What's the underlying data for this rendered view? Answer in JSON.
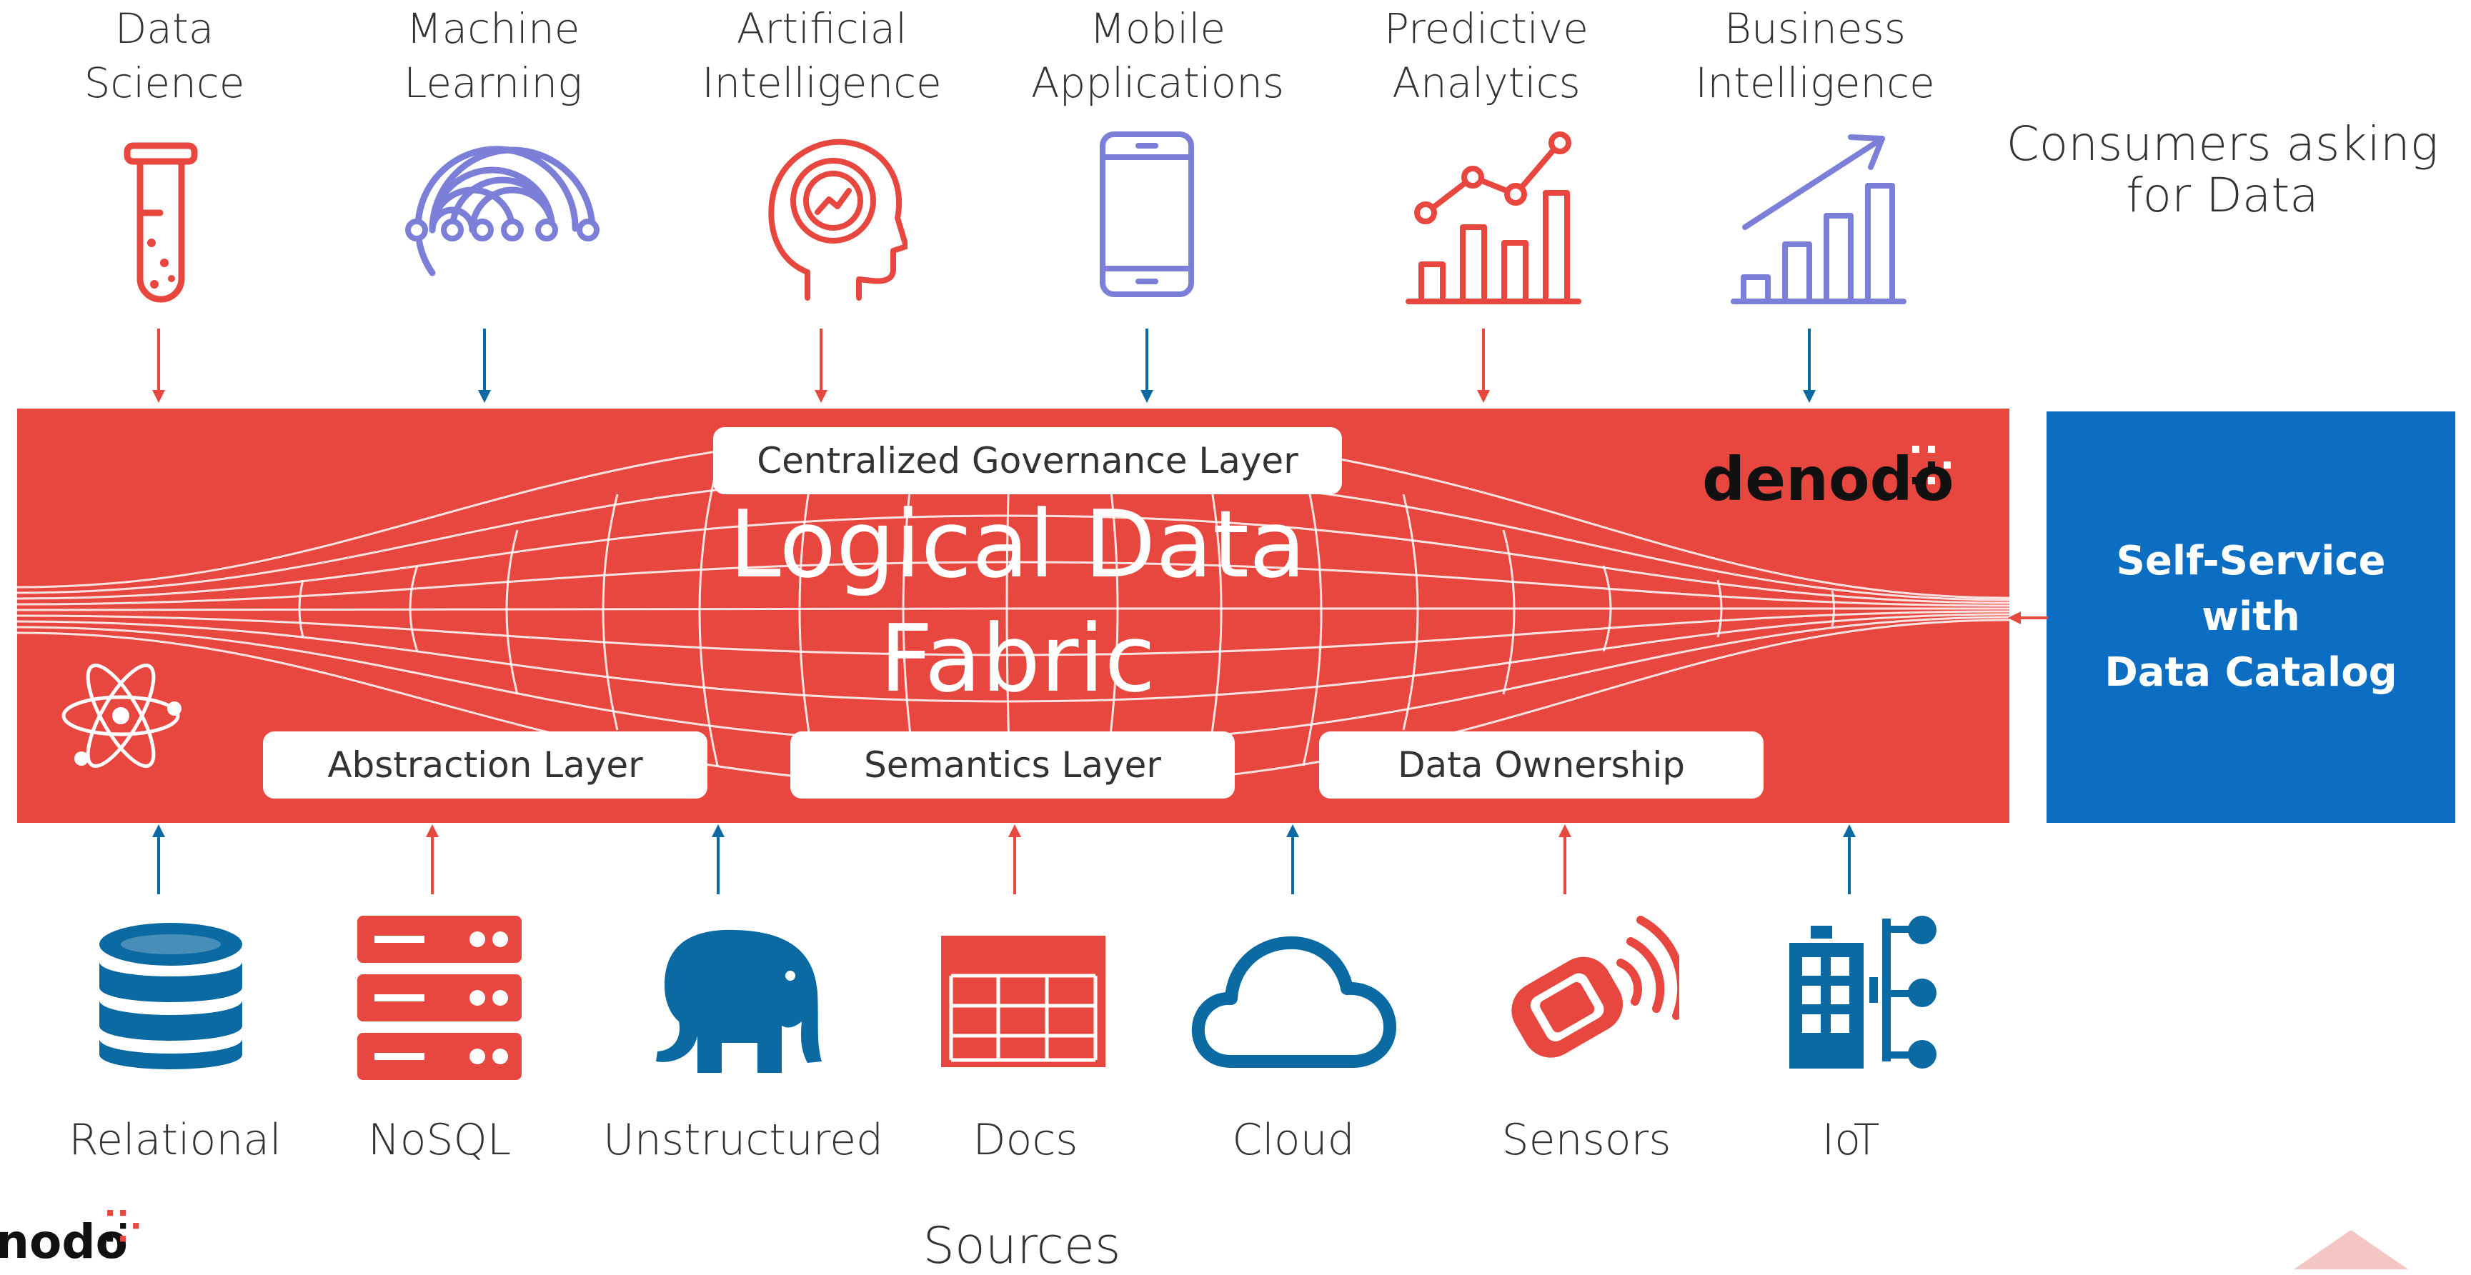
{
  "consumers": {
    "heading": [
      "Consumers asking",
      "for Data"
    ],
    "items": [
      {
        "label": [
          "Data",
          "Science"
        ],
        "icon": "test-tube-icon",
        "color": "#e8473f"
      },
      {
        "label": [
          "Machine",
          "Learning"
        ],
        "icon": "neural-network-icon",
        "color": "#7b7fd8"
      },
      {
        "label": [
          "Artificial",
          "Intelligence"
        ],
        "icon": "brain-head-icon",
        "color": "#e8473f"
      },
      {
        "label": [
          "Mobile",
          "Applications"
        ],
        "icon": "smartphone-icon",
        "color": "#7b7fd8"
      },
      {
        "label": [
          "Predictive",
          "Analytics"
        ],
        "icon": "line-bar-chart-icon",
        "color": "#e8473f"
      },
      {
        "label": [
          "Business",
          "Intelligence"
        ],
        "icon": "growth-bar-chart-icon",
        "color": "#7b7fd8"
      }
    ]
  },
  "fabric": {
    "title": [
      "Logical Data",
      "Fabric"
    ],
    "governance_layer": "Centralized Governance Layer",
    "abstraction_layer": "Abstraction Layer",
    "semantics_layer": "Semantics Layer",
    "data_ownership": "Data Ownership",
    "brand": "denodo",
    "color": "#e8473f"
  },
  "self_service": {
    "label": [
      "Self-Service",
      "with",
      "Data Catalog"
    ],
    "color": "#0b6ec3"
  },
  "sources": {
    "heading": "Sources",
    "items": [
      {
        "label": "Relational",
        "icon": "database-icon",
        "color": "#0a6aa1"
      },
      {
        "label": "NoSQL",
        "icon": "server-rack-icon",
        "color": "#e8473f"
      },
      {
        "label": "Unstructured",
        "icon": "elephant-icon",
        "color": "#0a6aa1"
      },
      {
        "label": "Docs",
        "icon": "spreadsheet-icon",
        "color": "#e8473f"
      },
      {
        "label": "Cloud",
        "icon": "cloud-icon",
        "color": "#0a6aa1"
      },
      {
        "label": "Sensors",
        "icon": "wearable-sensor-icon",
        "color": "#e8473f"
      },
      {
        "label": "IoT",
        "icon": "iot-building-icon",
        "color": "#0a6aa1"
      }
    ]
  },
  "footer_brand": "nodo"
}
